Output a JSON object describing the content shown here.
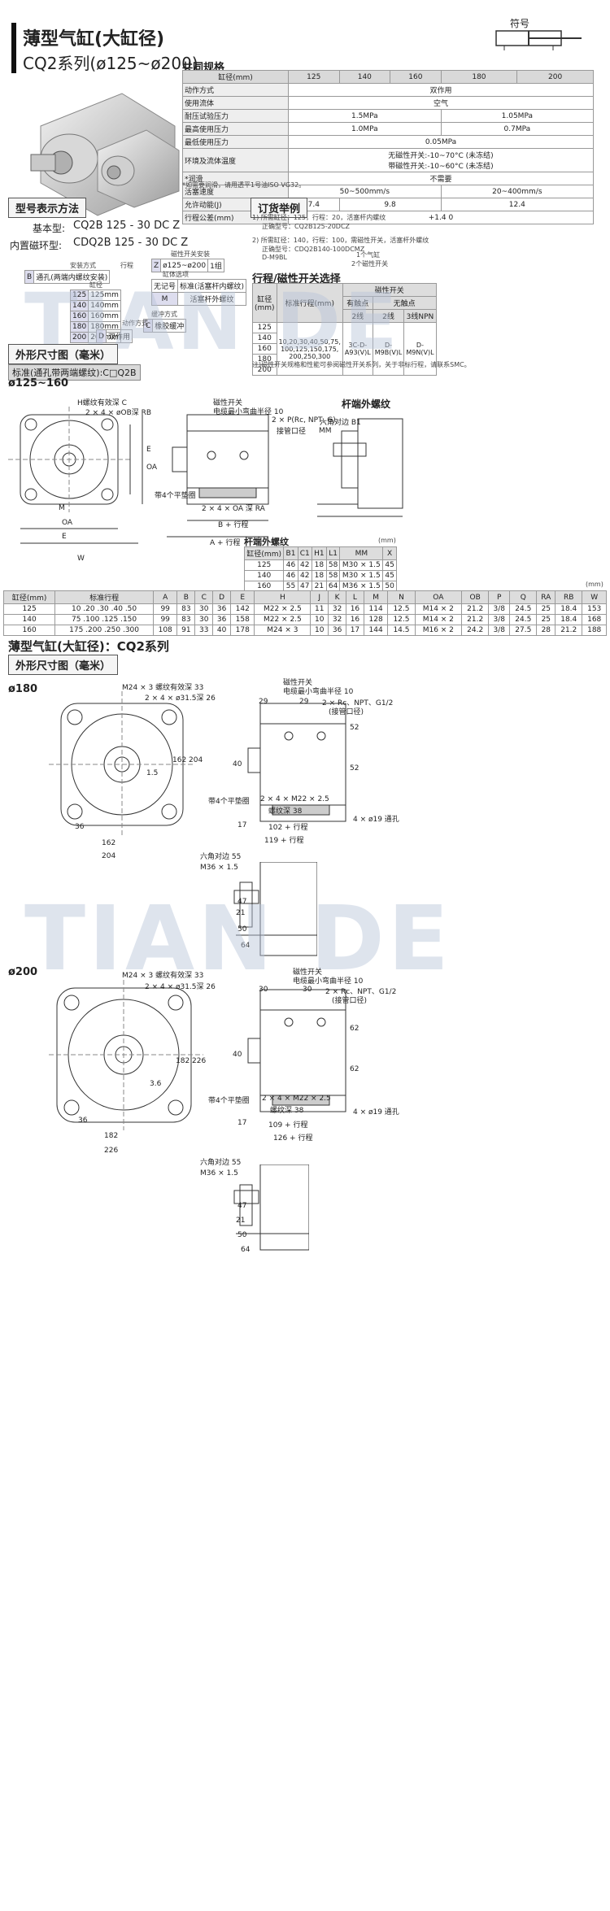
{
  "header": {
    "title_cn": "薄型气缸(大缸径)",
    "title_model": "CQ2系列(ø125~ø200)",
    "symbol_label": "符号"
  },
  "spec": {
    "heading": "共同规格",
    "columns": [
      "缸径(mm)",
      "125",
      "140",
      "160",
      "180",
      "200"
    ],
    "rows": [
      {
        "label": "动作方式",
        "value": "双作用"
      },
      {
        "label": "使用流体",
        "value": "空气"
      },
      {
        "label": "耐压试验压力",
        "v1": "1.5MPa",
        "v2": "1.05MPa"
      },
      {
        "label": "最高使用压力",
        "v1": "1.0MPa",
        "v2": "0.7MPa"
      },
      {
        "label": "最低使用压力",
        "value": "0.05MPa"
      },
      {
        "label": "环境及流体温度",
        "v1": "无磁性开关:-10~70°C (未冻结)",
        "v2": "带磁性开关:-10~60°C (未冻结)"
      },
      {
        "label": "*润滑",
        "value": "不需要"
      },
      {
        "label": "活塞速度",
        "v1": "50~500mm/s",
        "v2": "20~400mm/s"
      },
      {
        "label": "允许动能(J)",
        "c1": "7.4",
        "c2": "9.8",
        "c3": "12.4"
      },
      {
        "label": "行程公差(mm)",
        "value": "+1.4 0"
      }
    ],
    "footnote": "*如需要润滑，请用透平1号油ISO VG32。"
  },
  "model": {
    "heading": "型号表示方法",
    "basic_label": "基本型:",
    "basic_code": "CQ2B 125 - 30 DC Z",
    "builtin_label": "内置磁环型:",
    "builtin_code": "CDQ2B 125 - 30 DC Z",
    "mount_title": "安装方式",
    "mount_code": "B",
    "mount_desc": "通孔(两端内螺纹安装)",
    "bore_title": "缸径",
    "bores": [
      {
        "code": "125",
        "desc": "125mm"
      },
      {
        "code": "140",
        "desc": "140mm"
      },
      {
        "code": "160",
        "desc": "160mm"
      },
      {
        "code": "180",
        "desc": "180mm"
      },
      {
        "code": "200",
        "desc": "200mm"
      }
    ],
    "stroke_title": "行程",
    "switch_mount_title": "磁性开关安装",
    "switch_mount_code": "Z",
    "switch_mount_desc": "ø125~ø200",
    "switch_mount_unit": "1组",
    "body_title": "缸体选项",
    "body_none": "无记号",
    "body_none_desc": "标准(活塞杆内螺纹)",
    "body_m": "M",
    "body_m_desc": "活塞杆外螺纹",
    "cushion_title": "缓冲方式",
    "cushion_code": "C",
    "cushion_desc": "橡胶缓冲",
    "action_title": "动作方式",
    "action_code": "D",
    "action_desc": "双作用"
  },
  "order": {
    "heading": "订货举例",
    "ex1_line1": "1) 所需缸径：125，行程：20，活塞杆内螺纹",
    "ex1_line2": "正确型号：CQ2B125-20DCZ",
    "ex2_line1": "2) 所需缸径：140，行程：100，需磁性开关，活塞杆外螺纹",
    "ex2_line2": "正确型号：CDQ2B140-100DCMZ",
    "ex2_line3": "D-M9BL",
    "ex2_note1": "1个气缸",
    "ex2_note2": "2个磁性开关"
  },
  "switch_table": {
    "heading": "行程/磁性开关选择",
    "h_bore": "缸径(mm)",
    "h_stroke": "标准行程(mm)",
    "h_switch": "磁性开关",
    "h_contact": "有触点",
    "h_contactless": "无触点",
    "h_2wire": "2线",
    "h_2wire_b": "2线",
    "h_3wire": "3线NPN",
    "bores": [
      "125",
      "140",
      "160",
      "180",
      "200"
    ],
    "strokes": "10,20,30,40,50,75, 100,125,150,175, 200,250,300",
    "sw1": "3C-D-A93(V)L",
    "sw2": "D-M9B(V)L",
    "sw3": "D-M9N(V)L",
    "footnote": "注)磁性开关规格和性能可参阅磁性开关系列，关于非标行程，请联系SMC。"
  },
  "dims_section": {
    "label": "外形尺寸图（毫米）",
    "sub_label": "标准(通孔带两端螺纹):C□Q2B",
    "range": "ø125~160",
    "rod_title": "杆端外螺纹",
    "rod_unit": "(mm)"
  },
  "rod_table": {
    "headers": [
      "缸径(mm)",
      "B1",
      "C1",
      "H1",
      "L1",
      "MM",
      "X"
    ],
    "rows": [
      [
        "125",
        "46",
        "42",
        "18",
        "58",
        "M30 × 1.5",
        "45"
      ],
      [
        "140",
        "46",
        "42",
        "18",
        "58",
        "M30 × 1.5",
        "45"
      ],
      [
        "160",
        "55",
        "47",
        "21",
        "64",
        "M36 × 1.5",
        "50"
      ]
    ]
  },
  "main_table": {
    "unit": "(mm)",
    "headers": [
      "缸径(mm)",
      "标准行程",
      "A",
      "B",
      "C",
      "D",
      "E",
      "H",
      "J",
      "K",
      "L",
      "M",
      "N",
      "OA",
      "OB",
      "P",
      "Q",
      "RA",
      "RB",
      "W"
    ],
    "rows": [
      [
        "125",
        "10 .20 .30 .40 .50",
        "99",
        "83",
        "30",
        "36",
        "142",
        "M22 × 2.5",
        "11",
        "32",
        "16",
        "114",
        "12.5",
        "M14 × 2",
        "21.2",
        "3/8",
        "24.5",
        "25",
        "18.4",
        "153"
      ],
      [
        "140",
        "75 .100 .125 .150",
        "99",
        "83",
        "30",
        "36",
        "158",
        "M22 × 2.5",
        "10",
        "32",
        "16",
        "128",
        "12.5",
        "M14 × 2",
        "21.2",
        "3/8",
        "24.5",
        "25",
        "18.4",
        "168"
      ],
      [
        "160",
        "175 .200 .250 .300",
        "108",
        "91",
        "33",
        "40",
        "178",
        "M24 × 3",
        "10",
        "36",
        "17",
        "144",
        "14.5",
        "M16 × 2",
        "24.2",
        "3/8",
        "27.5",
        "28",
        "21.2",
        "188"
      ]
    ]
  },
  "series2": {
    "title": "薄型气缸(大缸径)：CQ2系列",
    "label": "外形尺寸图（毫米）"
  },
  "d180": {
    "label": "ø180",
    "thread_note": "M24 × 3 螺纹有效深 33",
    "hole_note": "2 × 4 × ø31.5深 26",
    "dims": [
      "162",
      "204",
      "36",
      "1.5",
      "162",
      "204"
    ],
    "washer": "带4个平垫圈",
    "switch": "磁性开关",
    "bend": "电缆最小弯曲半径 10",
    "port": "2 × Rc、NPT、G1/2",
    "port_note": "(接管口径)",
    "side_dims": [
      "29",
      "29",
      "52",
      "52",
      "17",
      "40"
    ],
    "thread2": "2 × 4 × M22 × 2.5",
    "thread2_note": "螺纹深 38",
    "stroke1": "102 + 行程",
    "stroke2": "119 + 行程",
    "hole_side": "4 × ø19 通孔",
    "hex": "六角对边 55",
    "rod_thread": "M36 × 1.5",
    "rod_dims": [
      "21",
      "50",
      "64",
      "47"
    ]
  },
  "d200": {
    "label": "ø200",
    "thread_note": "M24 × 3 螺纹有效深 33",
    "hole_note": "2 × 4 × ø31.5深 26",
    "dims": [
      "182",
      "226",
      "36",
      "3.6",
      "182",
      "226"
    ],
    "washer": "带4个平垫圈",
    "switch": "磁性开关",
    "bend": "电缆最小弯曲半径 10",
    "port": "2 × Rc、NPT、G1/2",
    "port_note": "(接管口径)",
    "side_dims": [
      "30",
      "30",
      "62",
      "62",
      "17",
      "40"
    ],
    "thread2": "2 × 4 × M22 × 2.5",
    "thread2_note": "螺纹深 38",
    "stroke1": "109 + 行程",
    "stroke2": "126 + 行程",
    "hole_side": "4 × ø19 通孔",
    "hex": "六角对边 55",
    "rod_thread": "M36 × 1.5",
    "rod_dims": [
      "21",
      "50",
      "64",
      "47"
    ]
  },
  "watermark": "TIAN DE",
  "labels_125": {
    "h_note": "H螺纹有效深 C",
    "hole_note": "2 × 4 × øOB深 RB",
    "switch": "磁性开关",
    "bend": "电缆最小弯曲半径 10",
    "port": "2 × P(Rc, NPT, G)",
    "port_note": "接管口径",
    "washer": "带4个平垫圈",
    "thread2": "2 × 4 × OA 深 RA",
    "b_stroke": "B + 行程",
    "a_stroke": "A + 行程",
    "rod_end": "杆端外螺纹",
    "hex": "六角对边 B1",
    "mm": "MM"
  }
}
